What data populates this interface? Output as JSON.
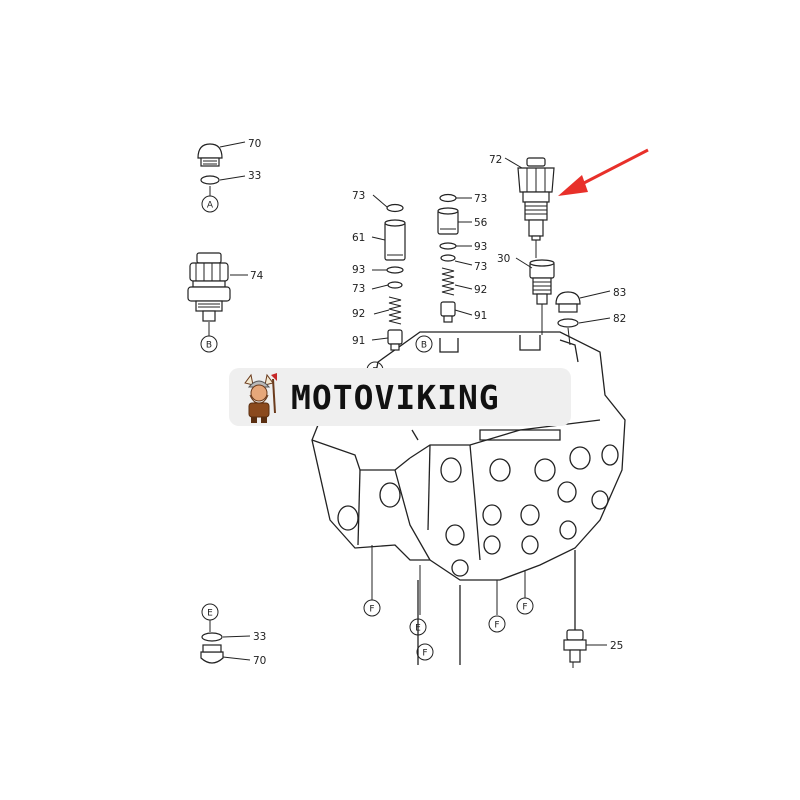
{
  "watermark": {
    "brand": "MOTOVIKING",
    "logo_icon": "viking-mascot-icon"
  },
  "highlight": {
    "arrow_color": "#e8302a",
    "points_to_part": "72"
  },
  "callouts": {
    "c70_top": "70",
    "c33_top": "33",
    "c74": "74",
    "c73_a": "73",
    "c61": "61",
    "c93_a": "93",
    "c73_b": "73",
    "c92_a": "92",
    "c91_a": "91",
    "c73_c": "73",
    "c56": "56",
    "c93_b": "93",
    "c73_d": "73",
    "c92_b": "92",
    "c91_b": "91",
    "c72": "72",
    "c30": "30",
    "c83": "83",
    "c82": "82",
    "c33_bot": "33",
    "c70_bot": "70",
    "c25": "25"
  },
  "refs": {
    "A_top": "A",
    "B_left": "B",
    "B_mid": "B",
    "E_bot": "E",
    "E_mid": "E",
    "F_1": "F",
    "F_2": "F",
    "F_3": "F",
    "F_4": "F",
    "F_5": "F"
  }
}
